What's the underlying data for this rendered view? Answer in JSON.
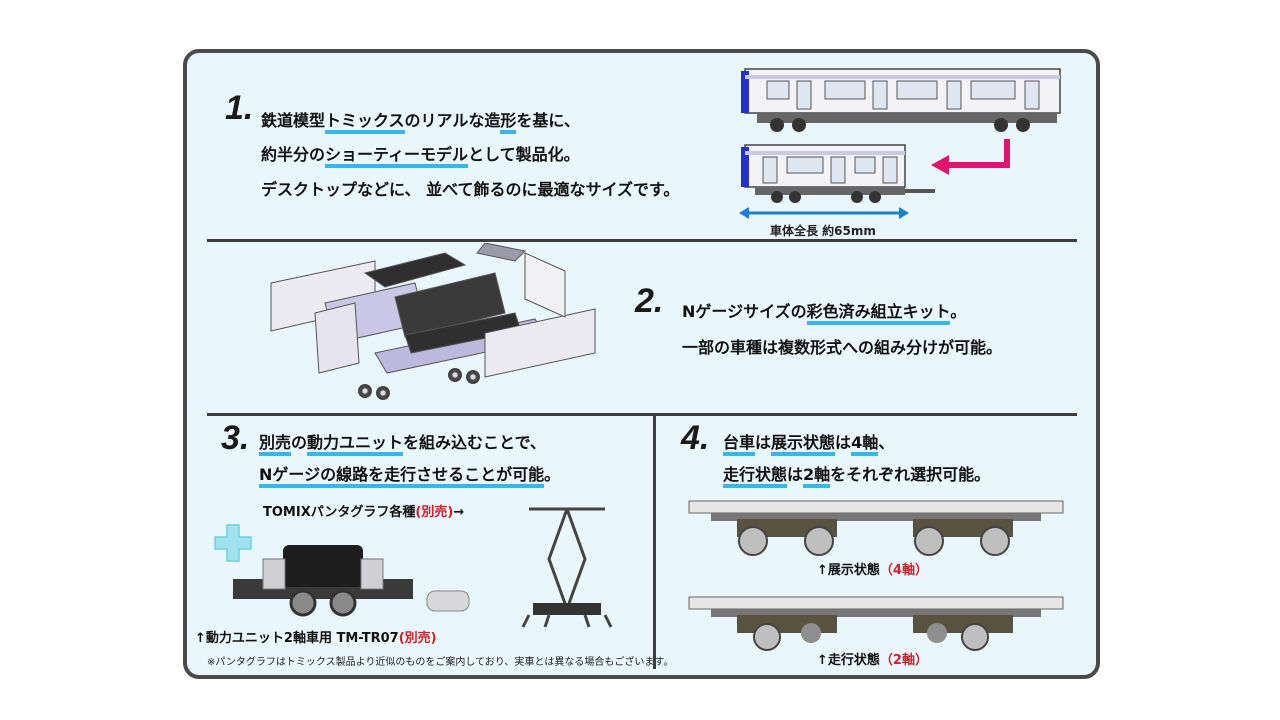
{
  "section1": {
    "number": "1.",
    "lines": [
      [
        "鉄道模型",
        "トミックス",
        "のリアルな造",
        "形",
        "を基に、"
      ],
      [
        "約半分の",
        "ショーティーモデル",
        "として製品化。"
      ],
      [
        "デスクトップなどに、 並べて飾るのに最適なサイズです。"
      ]
    ],
    "dimension_label": "車体全長 約65mm"
  },
  "section2": {
    "number": "2.",
    "line1_parts": [
      "Nゲージサイズの",
      "彩色済み組立キット",
      "。"
    ],
    "line2": "一部の車種は複数形式への組み分けが可能。"
  },
  "section3": {
    "number": "3.",
    "line1_parts": [
      "別売",
      "の",
      "動力ユニット",
      "を組み込むことで、"
    ],
    "line2_parts": [
      "Nゲージの線路を走行させることが可能",
      "。"
    ],
    "pantograph_caption": "TOMIXパンタグラフ各種",
    "pantograph_sold_separately": "(別売)",
    "pantograph_arrow": "→",
    "power_unit_caption": "↑動力ユニット2軸車用 TM-TR07",
    "power_unit_sold_separately": "(別売)",
    "footnote": "※パンタグラフはトミックス製品より近似のものをご案内しており、実車とは異なる場合もございます。"
  },
  "section4": {
    "number": "4.",
    "line1_parts": [
      "台車",
      "は",
      "展示状態",
      "は",
      "4軸",
      "、"
    ],
    "line2_parts": [
      "走行状態",
      "は",
      "2軸",
      "をそれぞれ選択可能。"
    ],
    "display_caption": "↑展示状態",
    "display_axles": "（4軸）",
    "running_caption": "↑走行状態",
    "running_axles": "（2軸）"
  },
  "colors": {
    "highlight_yellow": "#ffe14a",
    "underline_blue": "#38b6e8",
    "arrow_magenta": "#e0146e",
    "dimension_blue": "#1a7fd0",
    "train_blue": "#2233cc",
    "plus_cyan": "#9fe3ef",
    "red_text": "#d0202a"
  }
}
